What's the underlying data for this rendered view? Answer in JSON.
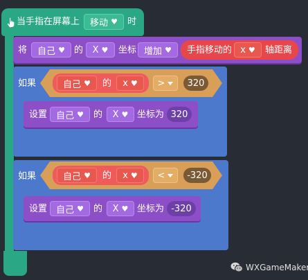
{
  "event": {
    "icon": "hand-pointer-icon",
    "label": "当手指在屏幕上",
    "action": "移动",
    "suffix": "时"
  },
  "move_block": {
    "prefix": "将",
    "target": "自己",
    "of": "的",
    "axis": "X",
    "attr": "坐标",
    "mode": "增加",
    "reporter_label": "手指移动的",
    "reporter_axis": "x",
    "reporter_suffix": "轴距离"
  },
  "if1": {
    "label": "如果",
    "cond": {
      "target": "自己",
      "of": "的",
      "prop": "x",
      "op": ">",
      "value": "320"
    },
    "set": {
      "prefix": "设置",
      "target": "自己",
      "of": "的",
      "axis": "X",
      "attr": "坐标为",
      "value": "320"
    }
  },
  "if2": {
    "label": "如果",
    "cond": {
      "target": "自己",
      "of": "的",
      "prop": "x",
      "op": "<",
      "value": "-320"
    },
    "set": {
      "prefix": "设置",
      "target": "自己",
      "of": "的",
      "axis": "X",
      "attr": "坐标为",
      "value": "-320"
    }
  },
  "watermark": {
    "icon": "wechat-icon",
    "text": "WXGameMaker"
  },
  "colors": {
    "event": "#2aa885",
    "statement": "#8c4fc8",
    "control": "#4d79cc",
    "operator": "#d99e57",
    "reporter": "#e7474b",
    "background": "#282c34"
  }
}
